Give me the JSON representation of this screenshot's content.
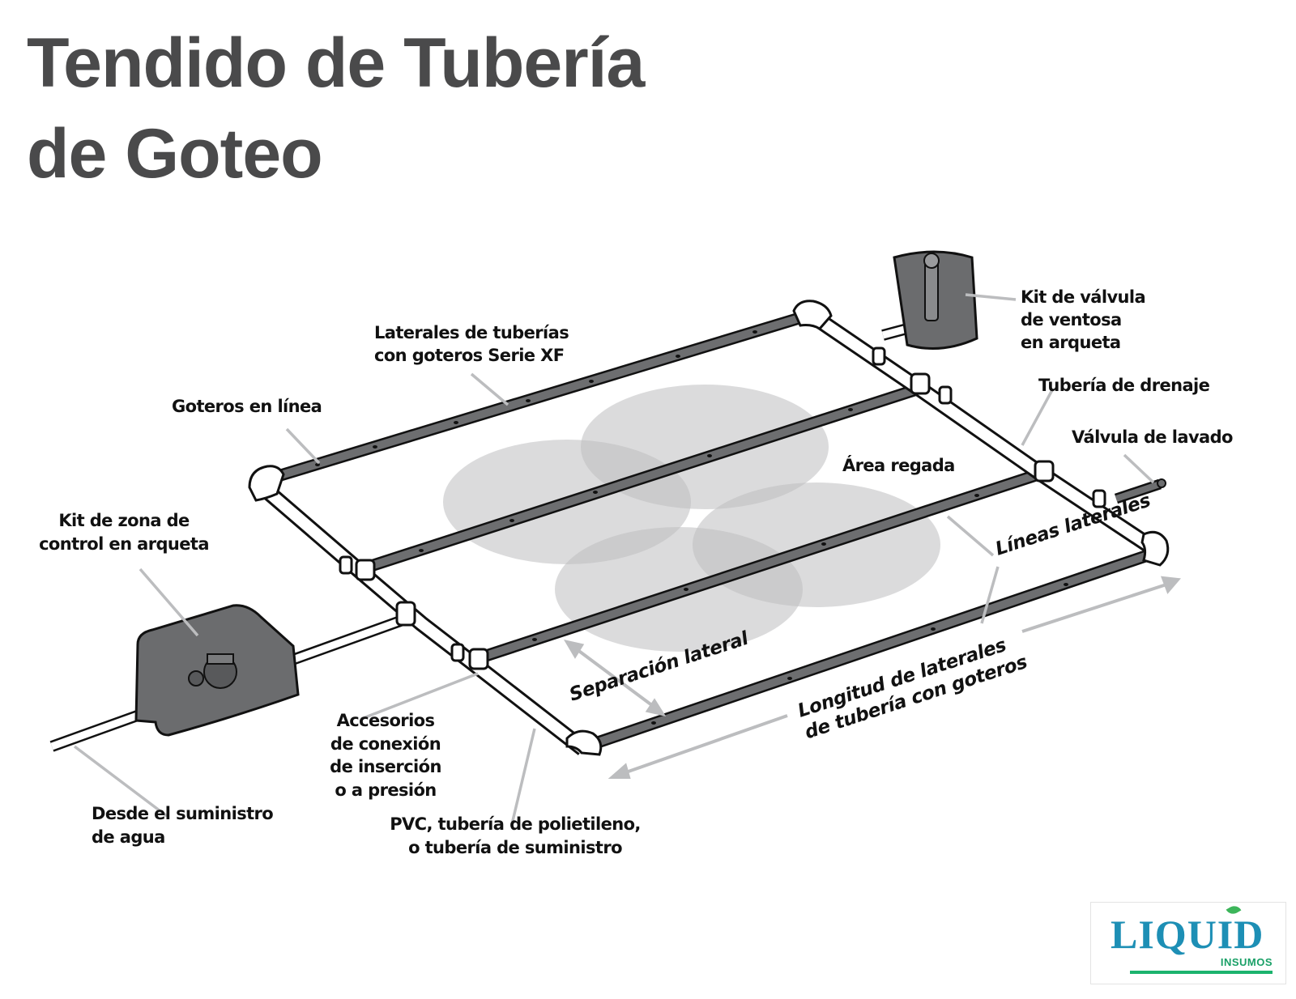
{
  "title": {
    "line1": "Tendido de Tubería",
    "line2": "de Goteo"
  },
  "labels": {
    "laterales_xf": [
      "Laterales de tuberías",
      "con goteros Serie XF"
    ],
    "goteros_linea": "Goteros en línea",
    "kit_valvula_ventosa": [
      "Kit de válvula",
      "de ventosa",
      "en arqueta"
    ],
    "tuberia_drenaje": "Tubería de drenaje",
    "valvula_lavado": "Válvula de lavado",
    "area_regada": "Área regada",
    "lineas_laterales": "Líneas laterales",
    "kit_zona_control": [
      "Kit de zona de",
      "control en arqueta"
    ],
    "separacion_lateral": "Separación lateral",
    "longitud_laterales": [
      "Longitud de laterales",
      "de tubería con goteros"
    ],
    "accesorios": [
      "Accesorios",
      "de conexión",
      "de inserción",
      "o a presión"
    ],
    "desde_suministro": [
      "Desde el suministro",
      "de agua"
    ],
    "pvc_tuberia": [
      "PVC, tubería de polietileno,",
      "o tubería de suministro"
    ]
  },
  "logo": {
    "brand": "LIQUID",
    "sub": "INSUMOS"
  },
  "colors": {
    "title": "#4a4a4b",
    "lateral_pipe": "#6d6e70",
    "supply_pipe": "#ffffff",
    "valve_box": "#6b6c6e",
    "wetted_area": "#bdbec0",
    "leader_line": "#bcbdbf",
    "logo_blue": "#1d8fb5",
    "logo_green": "#1cb36e"
  }
}
